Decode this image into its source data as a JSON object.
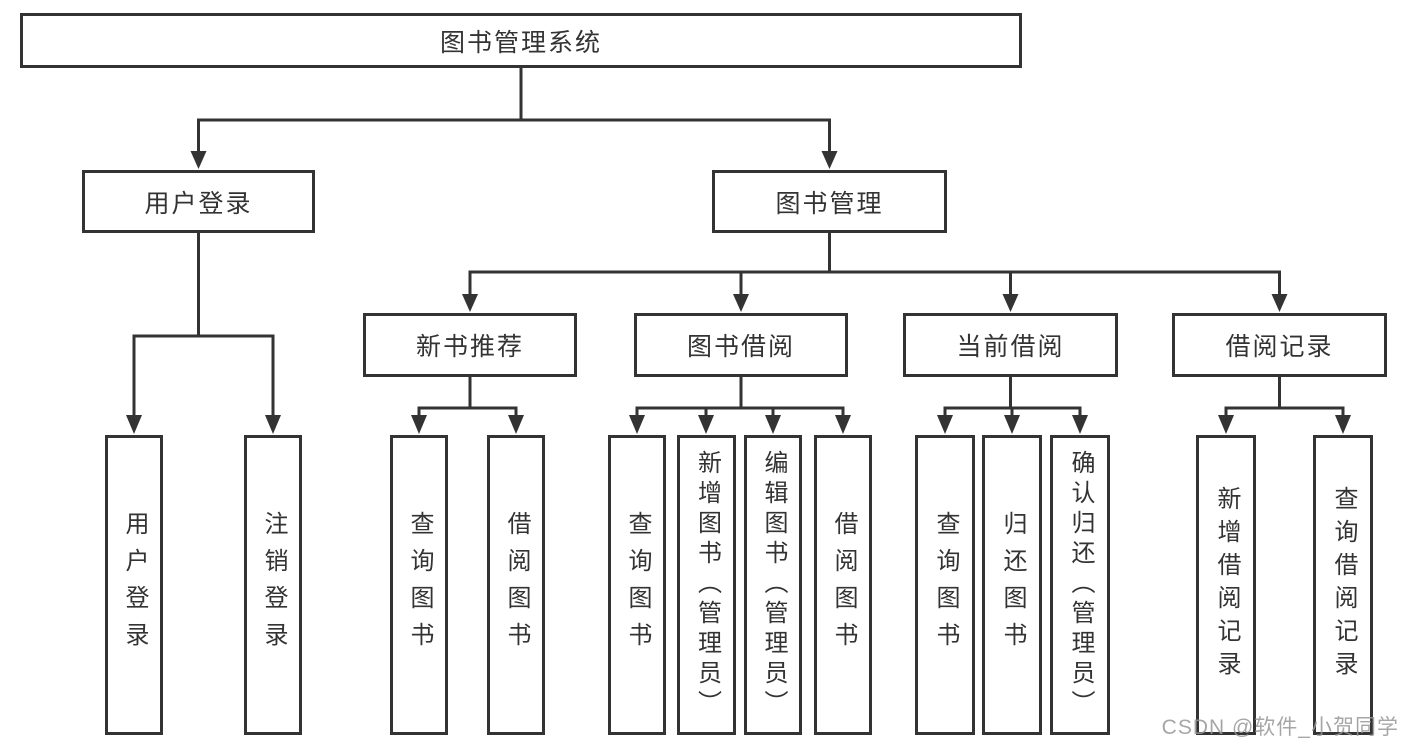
{
  "diagram": {
    "root": "图书管理系统",
    "level2": [
      "用户登录",
      "图书管理"
    ],
    "level3": [
      "新书推荐",
      "图书借阅",
      "当前借阅",
      "借阅记录"
    ],
    "leaves": {
      "user_login": [
        "用户登录",
        "注销登录"
      ],
      "new_book_recommend": [
        "查询图书",
        "借阅图书"
      ],
      "book_borrow": [
        "查询图书",
        "新增图书（管理员）",
        "编辑图书（管理员）",
        "借阅图书"
      ],
      "current_borrow": [
        "查询图书",
        "归还图书",
        "确认归还（管理员）"
      ],
      "borrow_record": [
        "新增借阅记录",
        "查询借阅记录"
      ]
    }
  },
  "watermark": "CSDN @软件_小贺同学",
  "colors": {
    "line": "#333333",
    "text": "#333333",
    "watermark": "#969696",
    "background": "#ffffff"
  }
}
